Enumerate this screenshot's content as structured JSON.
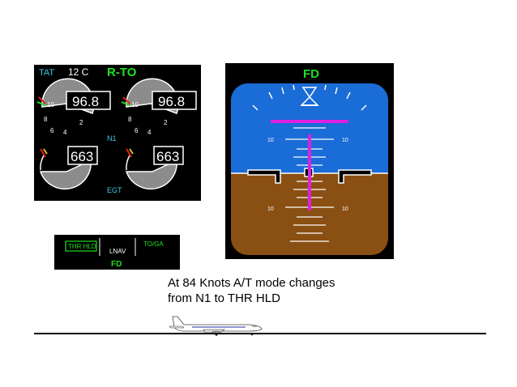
{
  "eicas": {
    "tat_label": "TAT",
    "tat_value": "12 C",
    "thrust_mode": "R-TO",
    "n1_label": "N1",
    "egt_label": "EGT",
    "engine_left": {
      "n1": "96.8",
      "egt": "663"
    },
    "engine_right": {
      "n1": "96.8",
      "egt": "663"
    },
    "gauge_ticks": [
      "10",
      "8",
      "6",
      "4",
      "2"
    ]
  },
  "fma": {
    "autothrottle_mode": "THR HLD",
    "roll_mode": "LNAV",
    "pitch_mode": "TO/GA",
    "fd_label": "FD"
  },
  "adi": {
    "fd_label": "FD",
    "pitch_labels": {
      "upper_left": "10",
      "upper_right": "10",
      "lower_left": "10",
      "lower_right": "10"
    }
  },
  "caption": {
    "line1": "At 84 Knots A/T mode changes",
    "line2": "from N1 to THR HLD"
  },
  "colors": {
    "sky": "#1a6cd6",
    "ground": "#8a4f12",
    "fd_bar": "#e020e0",
    "mode_green": "#20e020",
    "label_cyan": "#40c8e8"
  }
}
